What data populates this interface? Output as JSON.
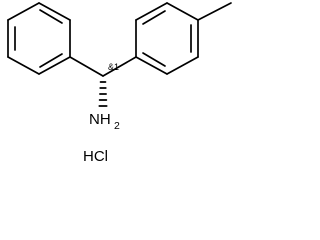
{
  "labels": {
    "nh2_main": "NH",
    "nh2_sub": "2",
    "stereo": "&1",
    "salt": "HCl"
  },
  "colors": {
    "ink": "#000000",
    "background": "#ffffff"
  }
}
